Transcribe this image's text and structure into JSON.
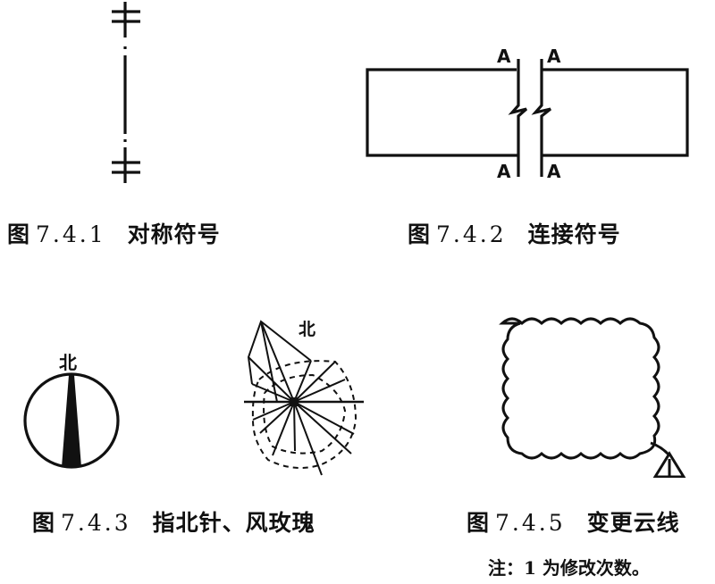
{
  "figures": [
    {
      "id": "7.4.1",
      "caption_prefix": "图",
      "caption_number": "7.4.1",
      "caption_title": "对称符号",
      "symbol": "symmetry-symbol"
    },
    {
      "id": "7.4.2",
      "caption_prefix": "图",
      "caption_number": "7.4.2",
      "caption_title": "连接符号",
      "symbol": "connection-symbol",
      "labels": [
        "A",
        "A",
        "A",
        "A"
      ]
    },
    {
      "id": "7.4.3",
      "caption_prefix": "图",
      "caption_number": "7.4.3",
      "caption_title": "指北针、风玫瑰",
      "symbol": "north-arrow-and-wind-rose",
      "north_label": "北",
      "wind_rose_north_label": "北"
    },
    {
      "id": "7.4.5",
      "caption_prefix": "图",
      "caption_number": "7.4.5",
      "caption_title": "变更云线",
      "symbol": "revision-cloud",
      "revision_marker": "1",
      "note": "注：1 为修改次数。"
    }
  ],
  "colors": {
    "ink": "#111111",
    "background": "#ffffff"
  }
}
